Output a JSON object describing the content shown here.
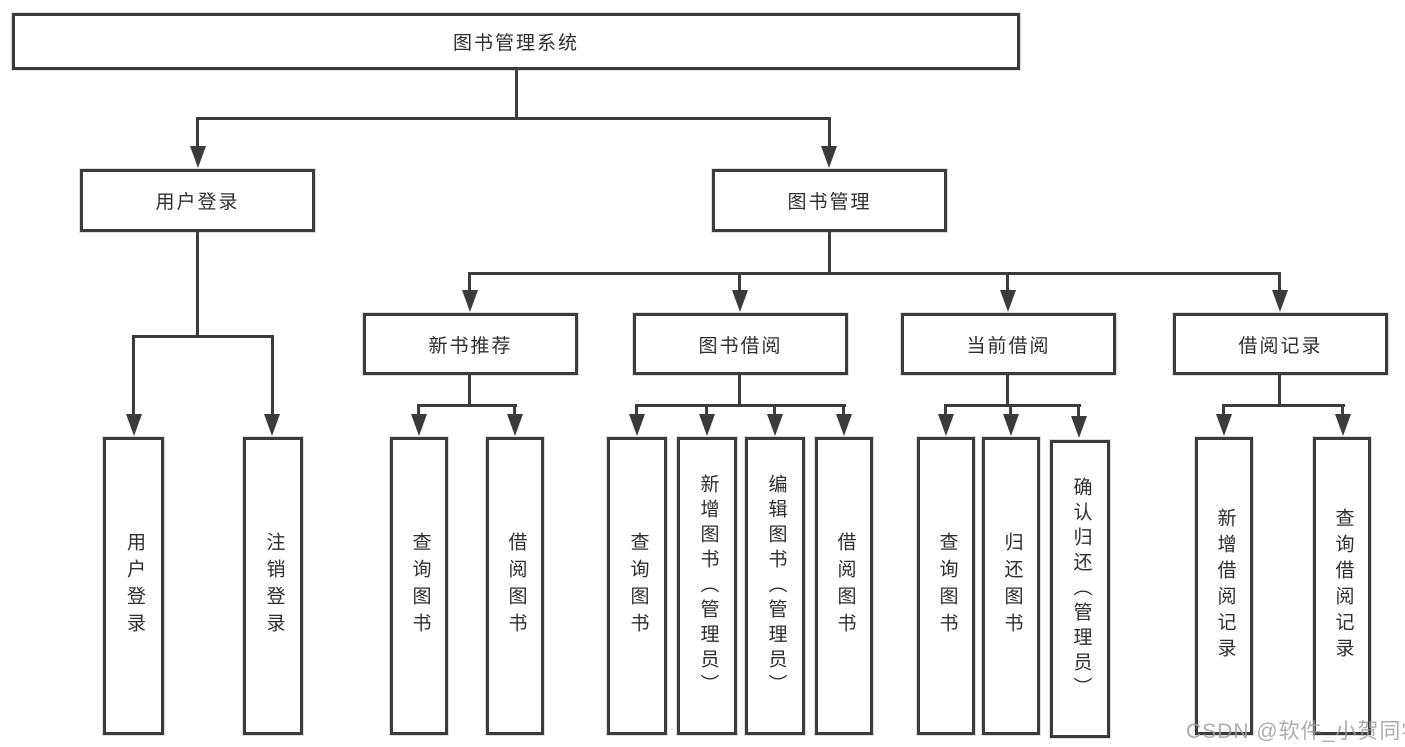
{
  "root": {
    "label": "图书管理系统"
  },
  "branches": [
    {
      "label": "用户登录",
      "leaves": [
        "用户登录",
        "注销登录"
      ]
    },
    {
      "label": "图书管理",
      "children": [
        {
          "label": "新书推荐",
          "leaves": [
            "查询图书",
            "借阅图书"
          ]
        },
        {
          "label": "图书借阅",
          "leaves": [
            "查询图书",
            "新增图书（管理员）",
            "编辑图书（管理员）",
            "借阅图书"
          ]
        },
        {
          "label": "当前借阅",
          "leaves": [
            "查询图书",
            "归还图书",
            "确认归还（管理员）"
          ]
        },
        {
          "label": "借阅记录",
          "leaves": [
            "新增借阅记录",
            "查询借阅记录"
          ]
        }
      ]
    }
  ],
  "watermark": "CSDN @软件_小贺同学",
  "colors": {
    "line": "#3b3b3b",
    "text": "#2e2e2e",
    "watermark": "#9f9f9f",
    "background": "#ffffff"
  }
}
